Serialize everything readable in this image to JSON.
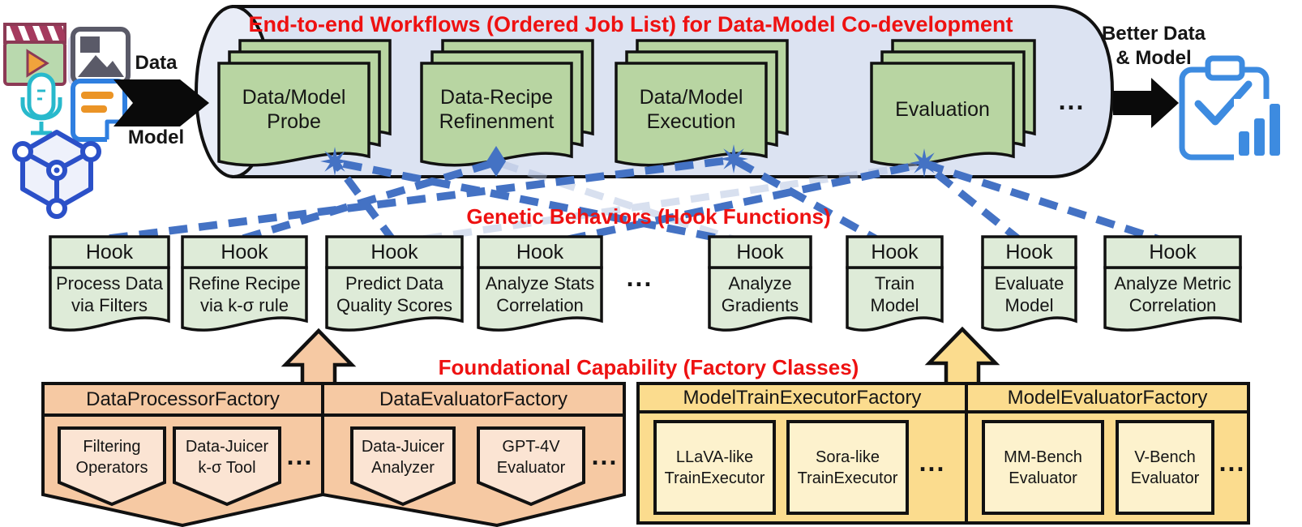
{
  "colors": {
    "cylinder_fill": "#dce3f2",
    "cylinder_cap_fill": "#e9edf7",
    "doc_green": "#b8d5a2",
    "hook_green": "#deebd8",
    "connector_blue": "#4472c4",
    "factory_orange": "#f6c9a3",
    "factory_orange_inner": "#fbe4d3",
    "factory_yellow": "#fbdc8e",
    "factory_yellow_inner": "#fdf2cd",
    "title_red": "#ee1111",
    "icon_blue": "#3d8be0"
  },
  "pipeline": {
    "title": "End-to-end Workflows (Ordered Job List) for Data-Model Co-development",
    "ellipsis": "...",
    "docs": [
      {
        "lines": [
          "Data/Model",
          "Probe"
        ]
      },
      {
        "lines": [
          "Data-Recipe",
          "Refinenment"
        ]
      },
      {
        "lines": [
          "Data/Model",
          "Execution"
        ]
      },
      {
        "lines": [
          "Evaluation"
        ]
      }
    ]
  },
  "inputs": {
    "data_label": "Data",
    "model_label": "Model"
  },
  "output": {
    "lines": [
      "Better Data",
      "& Model"
    ]
  },
  "genetic": {
    "title": "Genetic Behaviors (Hook Functions)",
    "ellipsis": "...",
    "hooks": [
      {
        "title": "Hook",
        "lines": [
          "Process Data",
          "via Filters"
        ]
      },
      {
        "title": "Hook",
        "lines": [
          "Refine Recipe",
          "via k-σ rule"
        ]
      },
      {
        "title": "Hook",
        "lines": [
          "Predict Data",
          "Quality Scores"
        ]
      },
      {
        "title": "Hook",
        "lines": [
          "Analyze Stats",
          "Correlation"
        ]
      },
      {
        "title": "Hook",
        "lines": [
          "Analyze",
          "Gradients"
        ]
      },
      {
        "title": "Hook",
        "lines": [
          "Train",
          "Model"
        ]
      },
      {
        "title": "Hook",
        "lines": [
          "Evaluate",
          "Model"
        ]
      },
      {
        "title": "Hook",
        "lines": [
          "Analyze Metric",
          "Correlation"
        ]
      }
    ]
  },
  "foundational": {
    "title": "Foundational Capability (Factory Classes)",
    "left": {
      "factories": [
        {
          "name": "DataProcessorFactory",
          "ellipsis": "...",
          "items": [
            {
              "lines": [
                "Filtering",
                "Operators"
              ]
            },
            {
              "lines": [
                "Data-Juicer",
                "k-σ Tool"
              ]
            }
          ]
        },
        {
          "name": "DataEvaluatorFactory",
          "ellipsis": "...",
          "items": [
            {
              "lines": [
                "Data-Juicer",
                "Analyzer"
              ]
            },
            {
              "lines": [
                "GPT-4V",
                "Evaluator"
              ]
            }
          ]
        }
      ]
    },
    "right": {
      "factories": [
        {
          "name": "ModelTrainExecutorFactory",
          "ellipsis": "...",
          "items": [
            {
              "lines": [
                "LLaVA-like",
                "TrainExecutor"
              ]
            },
            {
              "lines": [
                "Sora-like",
                "TrainExecutor"
              ]
            }
          ]
        },
        {
          "name": "ModelEvaluatorFactory",
          "ellipsis": "...",
          "items": [
            {
              "lines": [
                "MM-Bench",
                "Evaluator"
              ]
            },
            {
              "lines": [
                "V-Bench",
                "Evaluator"
              ]
            }
          ]
        }
      ]
    }
  },
  "icons": {
    "input_icons": [
      "video-clapper-icon",
      "image-icon",
      "microphone-icon",
      "text-document-icon",
      "3d-model-icon"
    ],
    "output_icon": "report-clipboard-icon"
  }
}
